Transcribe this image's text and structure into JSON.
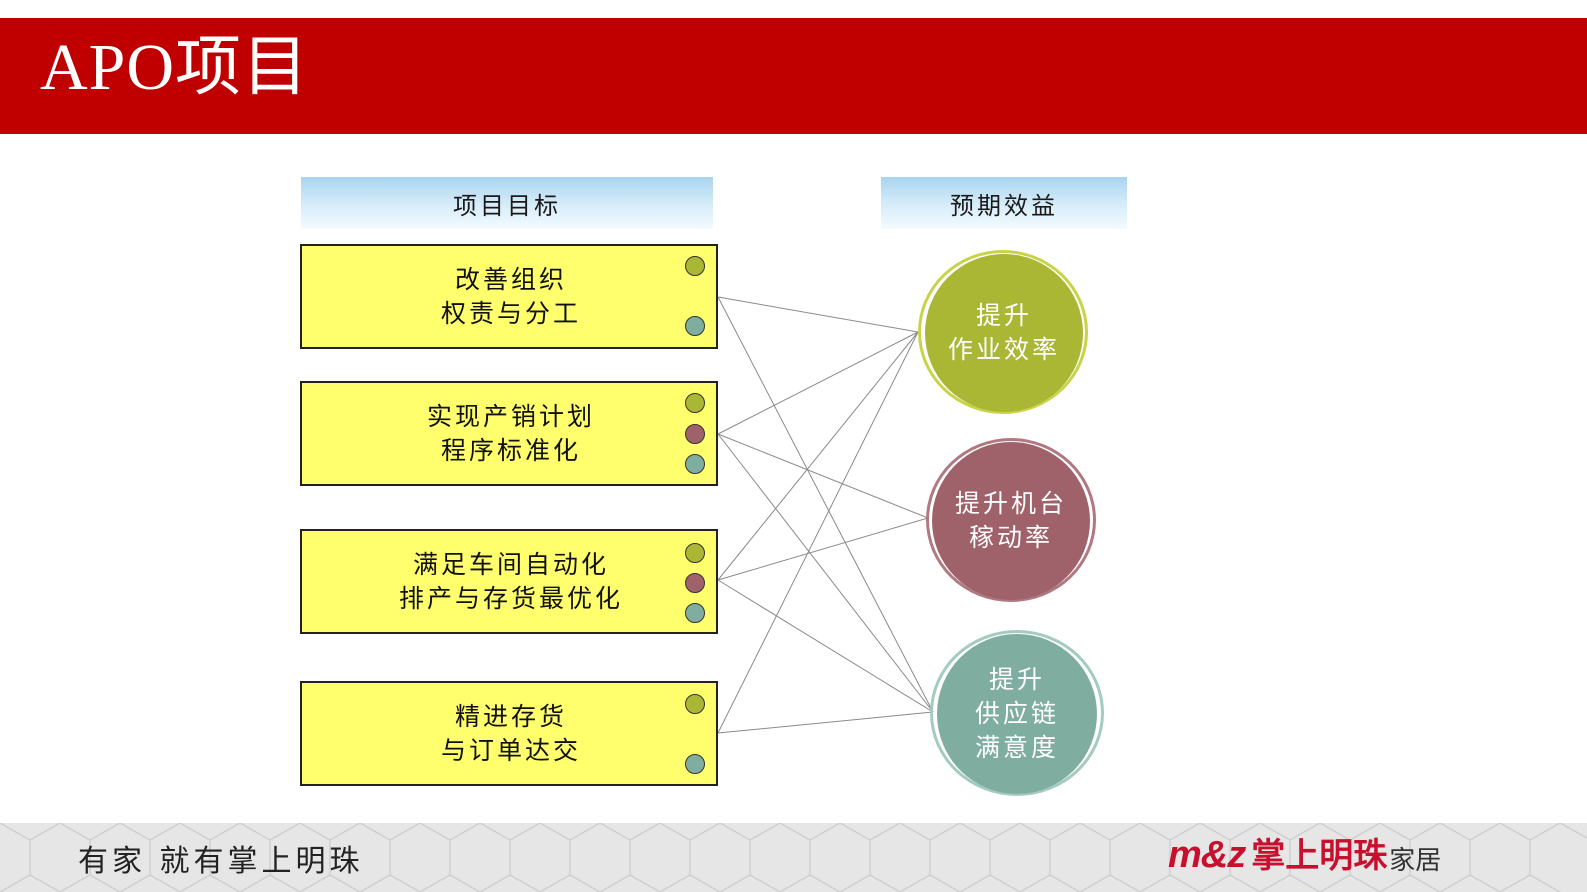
{
  "header": {
    "title": "APO项目"
  },
  "columns": {
    "goals_header": "项目目标",
    "benefits_header": "预期效益"
  },
  "goals": [
    {
      "line1": "改善组织",
      "line2": "权责与分工"
    },
    {
      "line1": "实现产销计划",
      "line2": "程序标准化"
    },
    {
      "line1": "满足车间自动化",
      "line2": "排产与存货最优化"
    },
    {
      "line1": "精进存货",
      "line2": "与订单达交"
    }
  ],
  "benefits": [
    {
      "line1": "提升",
      "line2": "作业效率",
      "line3": "",
      "color": "#a9b735"
    },
    {
      "line1": "提升机台",
      "line2": "稼动率",
      "line3": "",
      "color": "#a0626a"
    },
    {
      "line1": "提升",
      "line2": "供应链",
      "line3": "满意度",
      "color": "#7fada0"
    }
  ],
  "colors": {
    "header_bg": "#c00000",
    "goal_box": "#ffff6e",
    "dot_green": "#a9b735",
    "dot_red": "#a0626a",
    "dot_teal": "#7fada0"
  },
  "footer": {
    "slogan": "有家 就有掌上明珠",
    "logo_mark": "m&z",
    "logo_name": "掌上明珠",
    "logo_suffix": "家居"
  }
}
